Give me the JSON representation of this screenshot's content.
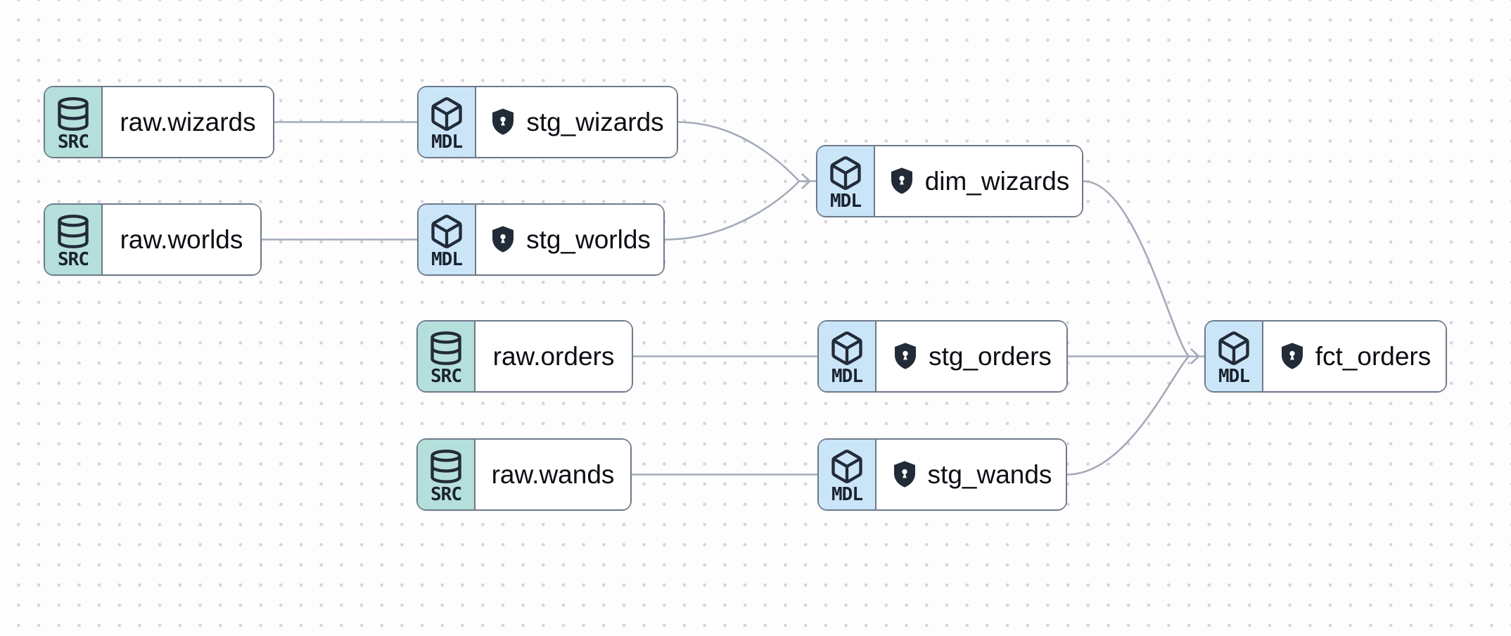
{
  "palette": {
    "background": "#fdfdfe",
    "grid_dot": "#d5d5db",
    "node_border": "#6e7a8a",
    "node_background": "#ffffff",
    "source_badge_background": "#b5dfdb",
    "model_badge_background": "#cbe5f8",
    "icon_color": "#222b38",
    "label_color": "#0b0e13",
    "edge_color": "#a4abb8"
  },
  "nodes": [
    {
      "id": "raw_wizards",
      "type": "source",
      "badge": "SRC",
      "label": "raw.wizards",
      "icon": "database-icon",
      "shield": false
    },
    {
      "id": "raw_worlds",
      "type": "source",
      "badge": "SRC",
      "label": "raw.worlds",
      "icon": "database-icon",
      "shield": false
    },
    {
      "id": "raw_orders",
      "type": "source",
      "badge": "SRC",
      "label": "raw.orders",
      "icon": "database-icon",
      "shield": false
    },
    {
      "id": "raw_wands",
      "type": "source",
      "badge": "SRC",
      "label": "raw.wands",
      "icon": "database-icon",
      "shield": false
    },
    {
      "id": "stg_wizards",
      "type": "model",
      "badge": "MDL",
      "label": "stg_wizards",
      "icon": "cube-icon",
      "shield": true
    },
    {
      "id": "stg_worlds",
      "type": "model",
      "badge": "MDL",
      "label": "stg_worlds",
      "icon": "cube-icon",
      "shield": true
    },
    {
      "id": "stg_orders",
      "type": "model",
      "badge": "MDL",
      "label": "stg_orders",
      "icon": "cube-icon",
      "shield": true
    },
    {
      "id": "stg_wands",
      "type": "model",
      "badge": "MDL",
      "label": "stg_wands",
      "icon": "cube-icon",
      "shield": true
    },
    {
      "id": "dim_wizards",
      "type": "model",
      "badge": "MDL",
      "label": "dim_wizards",
      "icon": "cube-icon",
      "shield": true
    },
    {
      "id": "fct_orders",
      "type": "model",
      "badge": "MDL",
      "label": "fct_orders",
      "icon": "cube-icon",
      "shield": true
    }
  ],
  "edges": [
    {
      "from": "raw_wizards",
      "to": "stg_wizards"
    },
    {
      "from": "raw_worlds",
      "to": "stg_worlds"
    },
    {
      "from": "raw_orders",
      "to": "stg_orders"
    },
    {
      "from": "raw_wands",
      "to": "stg_wands"
    },
    {
      "from": "stg_wizards",
      "to": "dim_wizards"
    },
    {
      "from": "stg_worlds",
      "to": "dim_wizards"
    },
    {
      "from": "stg_orders",
      "to": "fct_orders"
    },
    {
      "from": "stg_wands",
      "to": "fct_orders"
    },
    {
      "from": "dim_wizards",
      "to": "fct_orders"
    }
  ]
}
